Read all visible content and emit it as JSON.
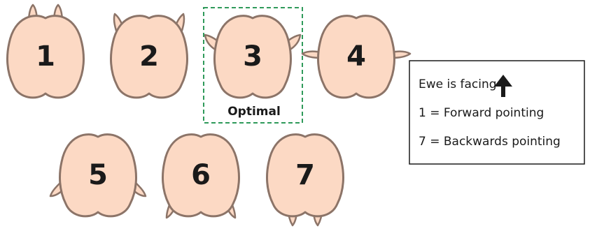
{
  "colors": {
    "head_fill": "#fcd9c4",
    "head_stroke": "#8c7468",
    "optimal_box": "#2f9a5a",
    "text": "#1a1a1a",
    "legend_border": "#1a1a1a"
  },
  "heads": [
    {
      "number": "1",
      "ear_position": "forward pointing"
    },
    {
      "number": "2",
      "ear_position": "forward, angled out"
    },
    {
      "number": "3",
      "ear_position": "sideways, slightly forward"
    },
    {
      "number": "4",
      "ear_position": "horizontal"
    },
    {
      "number": "5",
      "ear_position": "sideways, slightly back"
    },
    {
      "number": "6",
      "ear_position": "back, angled out"
    },
    {
      "number": "7",
      "ear_position": "backwards pointing"
    }
  ],
  "optimal": {
    "label": "Optimal",
    "head_number": "3"
  },
  "legend": {
    "facing_text": "Ewe is facing",
    "facing_icon": "arrow-up-icon",
    "line1": "1 = Forward pointing",
    "line2": "7 = Backwards pointing"
  }
}
